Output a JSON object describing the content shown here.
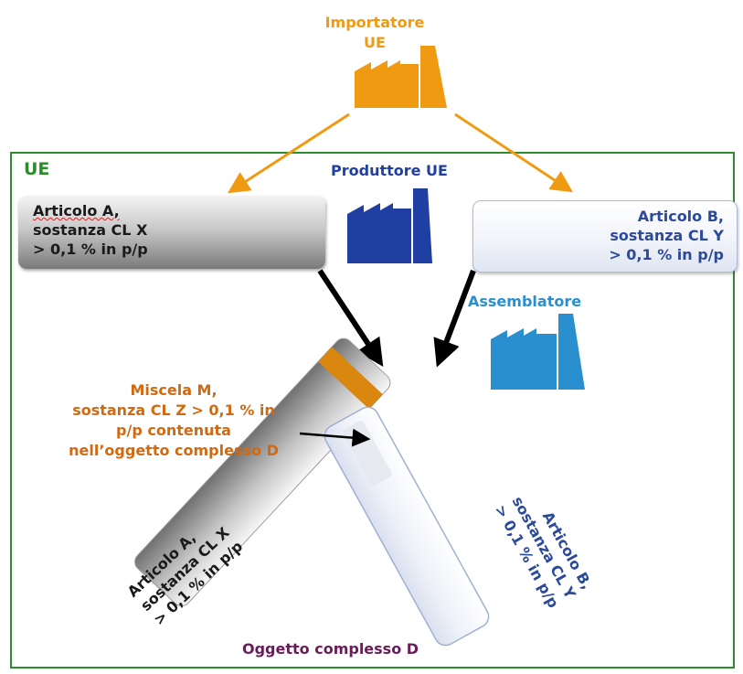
{
  "importer": {
    "line1": "Importatore",
    "line2": "UE"
  },
  "eu_label": "UE",
  "producer_label": "Produttore UE",
  "assembler_label": "Assemblatore",
  "article_a": {
    "line1": "Articolo A,",
    "line2": "sostanza CL X",
    "line3": "> 0,1 % in p/p"
  },
  "article_b": {
    "line1": "Articolo B,",
    "line2": "sostanza CL Y",
    "line3": "> 0,1 % in p/p"
  },
  "mixture": {
    "line1": "Miscela M,",
    "line2": "sostanza CL Z > 0,1 % in",
    "line3": "p/p contenuta",
    "line4": "nell’oggetto complesso D"
  },
  "complex_object_label": "Oggetto complesso D",
  "colors": {
    "importer": "#f09a12",
    "producer": "#1f3fa3",
    "assembler": "#2a8fcf",
    "eu_border": "#2e8b2e",
    "mixture": "#d06a12",
    "object_label": "#6a1b5a"
  },
  "icons": {
    "importer": "factory-icon",
    "producer": "factory-icon",
    "assembler": "factory-icon"
  }
}
